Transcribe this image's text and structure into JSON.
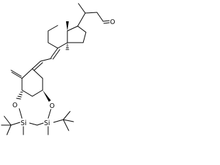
{
  "atoms": {
    "aldehyde_oxygen": "O",
    "silyl_ether_oxygen_1": "O",
    "silyl_ether_oxygen_2": "O",
    "silicon_1": "Si",
    "silicon_2": "Si"
  },
  "colors": {
    "bond": "#000000",
    "label": "#000000",
    "background": "#ffffff"
  }
}
